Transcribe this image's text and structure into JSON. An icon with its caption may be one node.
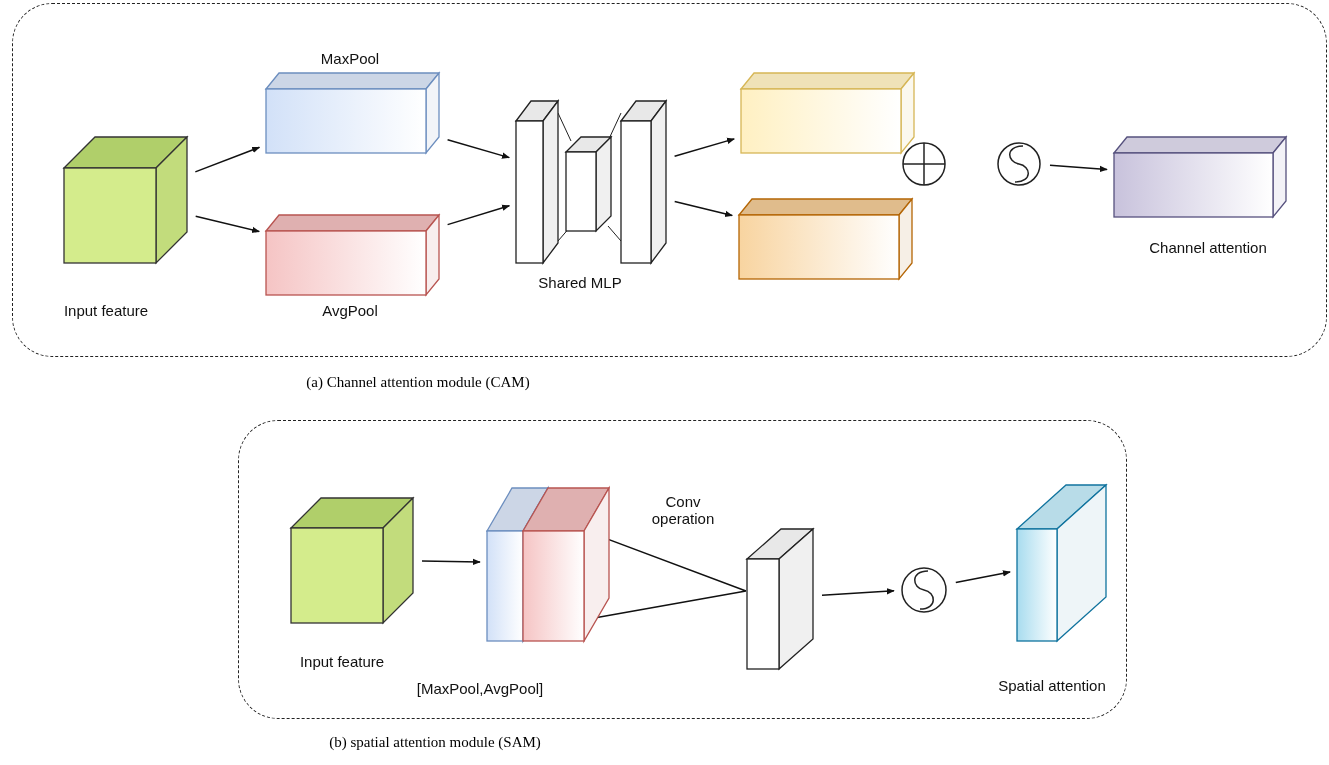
{
  "diagram": {
    "nodes": [
      {
        "text": [
          "(a) Channel attention module (CAM)"
        ]
      },
      {
        "text": [],
        "shape": "box",
        "beside": [
          "Input feature"
        ],
        "in": 0
      },
      {
        "text": [],
        "shape": "box",
        "beside": [
          "MaxPool"
        ],
        "in": 0
      },
      {
        "text": [],
        "shape": "box",
        "beside": [
          "AvgPool"
        ],
        "in": 0
      },
      {
        "text": [],
        "shape": "box",
        "beside": [
          "Shared MLP"
        ],
        "in": 0
      },
      {
        "text": [],
        "shape": "box",
        "in": 0
      },
      {
        "text": [],
        "shape": "box",
        "in": 0
      },
      {
        "text": [],
        "shape": "circle",
        "in": 0
      },
      {
        "text": [],
        "shape": "circle",
        "in": 0
      },
      {
        "text": [],
        "shape": "box",
        "beside": [
          "Channel attention"
        ],
        "in": 0
      },
      {
        "text": [
          "(b) spatial attention module (SAM)"
        ]
      },
      {
        "text": [],
        "shape": "box",
        "beside": [
          "Input feature"
        ],
        "in": 10
      },
      {
        "text": [],
        "shape": "box",
        "beside": [
          "[MaxPool,AvgPool]"
        ],
        "in": 10
      },
      {
        "text": [],
        "shape": "box",
        "in": 10
      },
      {
        "text": [],
        "shape": "circle",
        "in": 10
      },
      {
        "text": [],
        "shape": "box",
        "beside": [
          "Spatial attention"
        ],
        "in": 10
      }
    ],
    "edges": [
      {
        "from": 1,
        "to": 2,
        "arrow": "to"
      },
      {
        "from": 1,
        "to": 3,
        "arrow": "to"
      },
      {
        "from": 2,
        "to": 4,
        "arrow": "to"
      },
      {
        "from": 3,
        "to": 4,
        "arrow": "to"
      },
      {
        "from": 4,
        "to": 5,
        "arrow": "to"
      },
      {
        "from": 4,
        "to": 6,
        "arrow": "to"
      },
      {
        "from": 8,
        "to": 9,
        "arrow": "to"
      },
      {
        "from": 11,
        "to": 12,
        "arrow": "to"
      },
      {
        "from": 12,
        "to": 13,
        "arrow": "none",
        "label": "Conv operation"
      },
      {
        "from": 13,
        "to": 14,
        "arrow": "to"
      },
      {
        "from": 14,
        "to": 15,
        "arrow": "to"
      }
    ]
  }
}
